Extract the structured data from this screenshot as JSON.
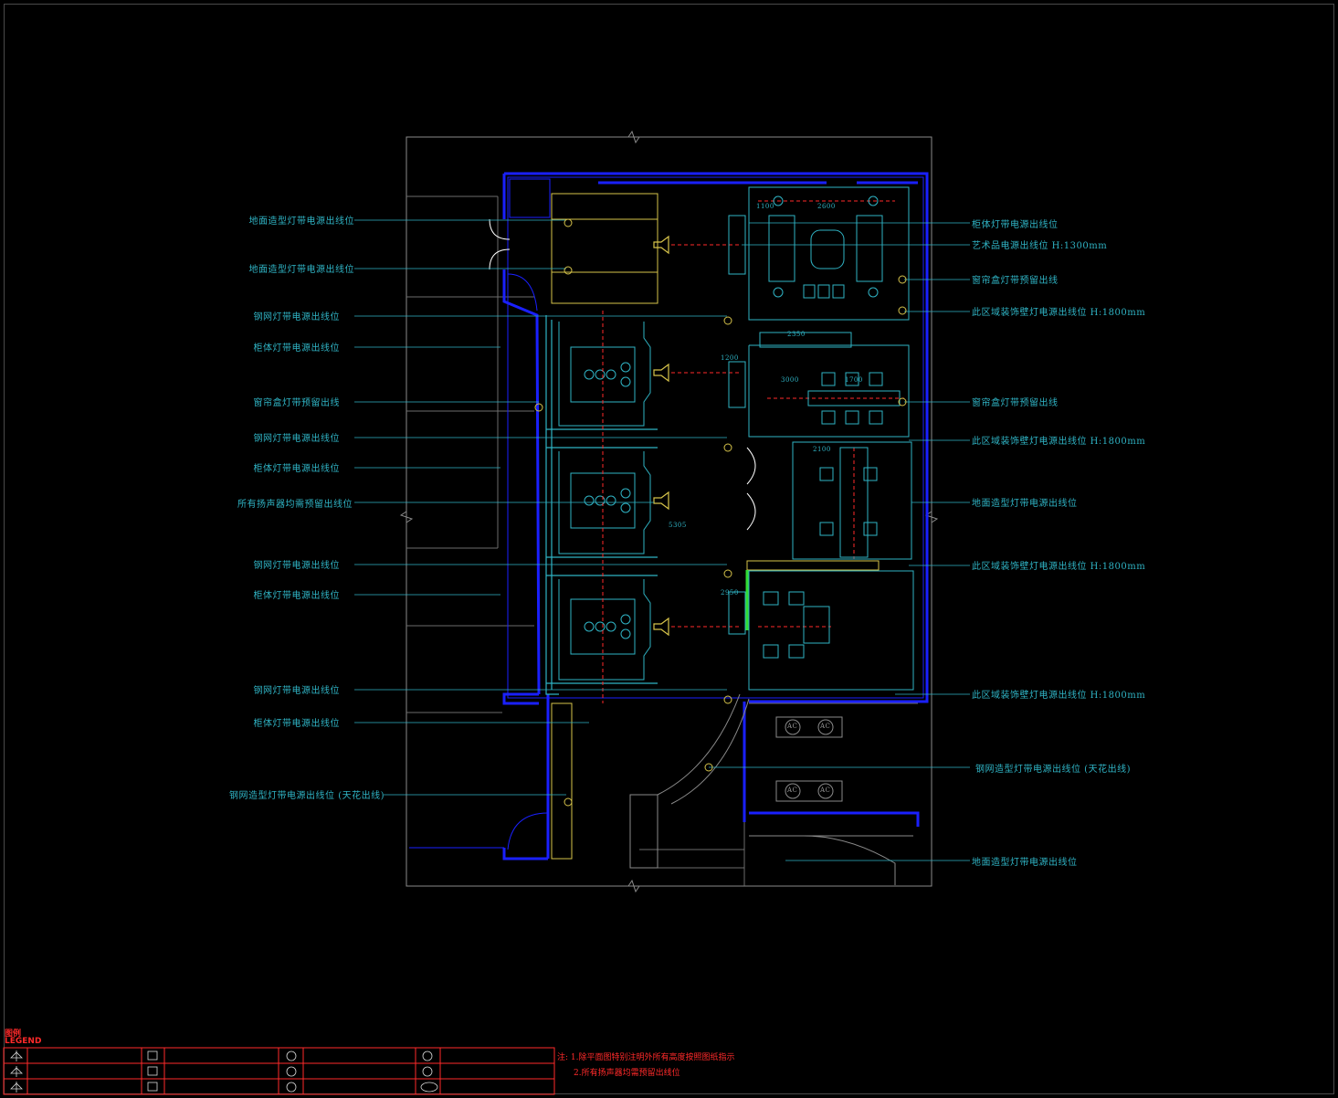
{
  "labels_left": [
    "地面造型灯带电源出线位",
    "地面造型灯带电源出线位",
    "钢网灯带电源出线位",
    "柜体灯带电源出线位",
    "窗帘盒灯带预留出线",
    "钢网灯带电源出线位",
    "柜体灯带电源出线位",
    "所有扬声器均需预留出线位",
    "钢网灯带电源出线位",
    "柜体灯带电源出线位",
    "钢网灯带电源出线位",
    "柜体灯带电源出线位",
    "钢网造型灯带电源出线位 (天花出线)"
  ],
  "labels_right": [
    "柜体灯带电源出线位",
    "艺术品电源出线位 H:1300mm",
    "窗帘盒灯带预留出线",
    "此区域装饰壁灯电源出线位  H:1800mm",
    "窗帘盒灯带预留出线",
    "此区域装饰壁灯电源出线位  H:1800mm",
    "地面造型灯带电源出线位",
    "此区域装饰壁灯电源出线位  H:1800mm",
    "此区域装饰壁灯电源出线位  H:1800mm",
    "钢网造型灯带电源出线位 (天花出线)",
    "地面造型灯带电源出线位"
  ],
  "dimensions": [
    "2600",
    "1100",
    "2350",
    "1200",
    "3000",
    "1700",
    "2100",
    "5305",
    "2950"
  ],
  "ac_units": [
    "AC",
    "AC",
    "AC",
    "AC"
  ],
  "legend": {
    "title": "图例",
    "subtitle": "LEGEND"
  },
  "notes": [
    "注: 1.除平面图特别注明外所有高度按照图纸指示",
    "2.所有扬声器均需预留出线位"
  ],
  "colors": {
    "cyan": "#2fb3c4",
    "wall": "#1a20ff",
    "red": "#ff2a2a",
    "yellow": "#d6c34a",
    "grey": "#8a8a8a"
  }
}
